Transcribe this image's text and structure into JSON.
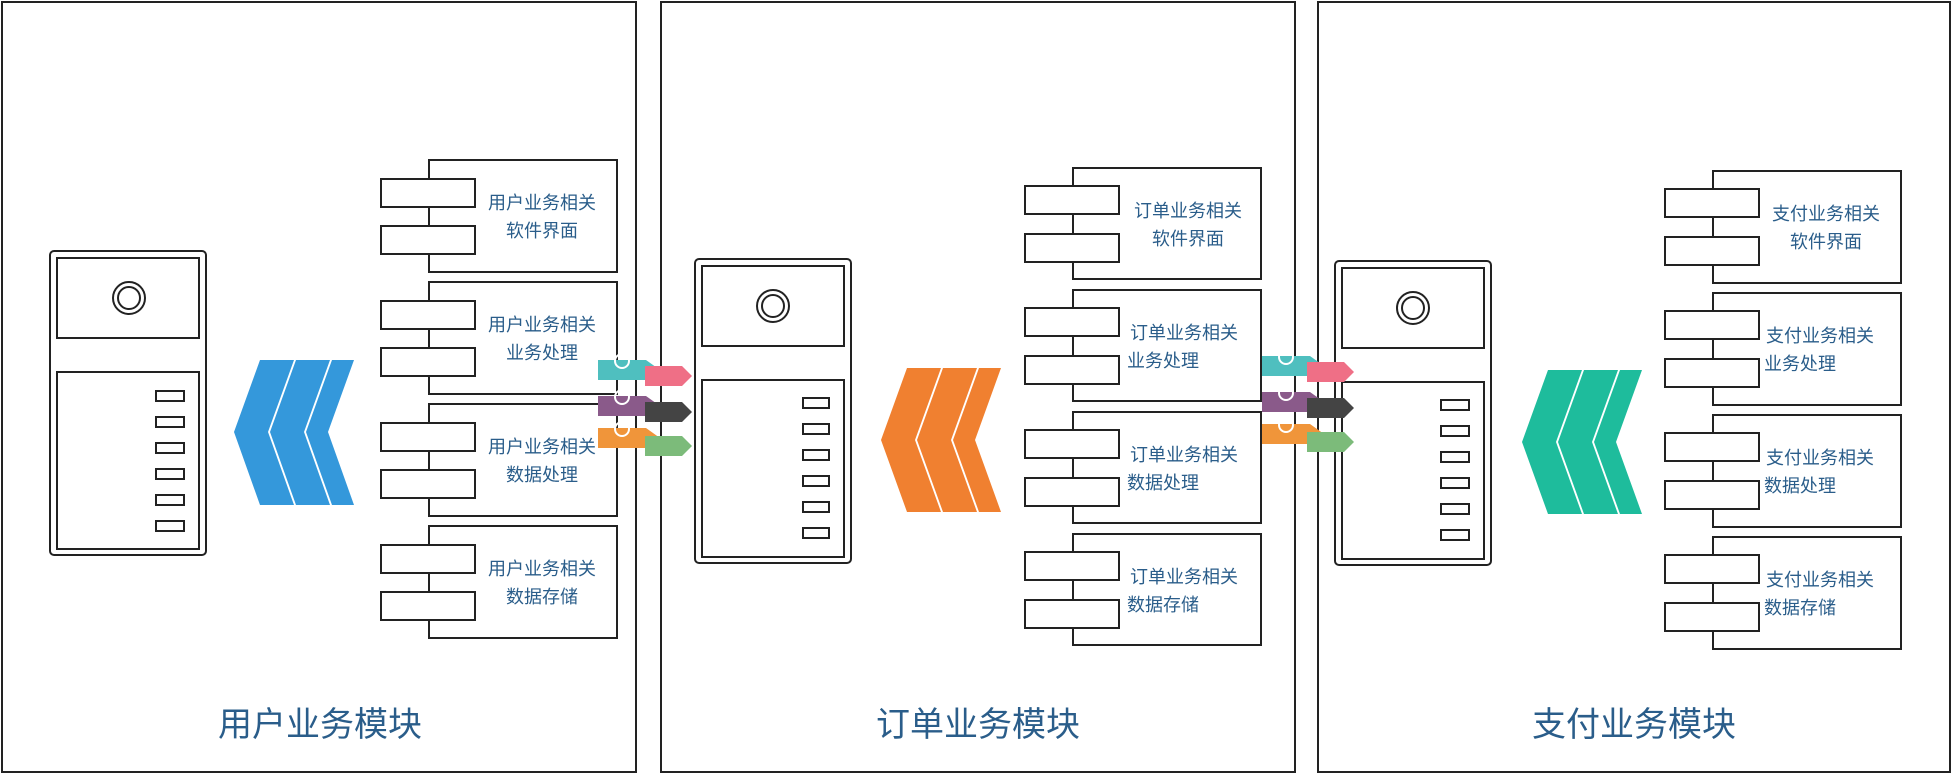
{
  "colors": {
    "outline": "#222222",
    "label_text": "#2a5d8a",
    "chevron_user": "#3498db",
    "chevron_order": "#f08030",
    "chevron_pay": "#1ebc9c",
    "conn_teal": "#4fbfbf",
    "conn_pink": "#ef6f86",
    "conn_purple": "#8a5a8a",
    "conn_dark": "#444444",
    "conn_orange": "#f0953a",
    "conn_green": "#7cbb7a"
  },
  "icons": [
    "server-icon",
    "chevron-left-icon",
    "component-icon",
    "connector-icon"
  ],
  "modules": [
    {
      "title": "用户业务模块",
      "components": [
        {
          "line1": "用户业务相关",
          "line2": "软件界面"
        },
        {
          "line1": "用户业务相关",
          "line2": "业务处理"
        },
        {
          "line1": "用户业务相关",
          "line2": "数据处理"
        },
        {
          "line1": "用户业务相关",
          "line2": "数据存储"
        }
      ]
    },
    {
      "title": "订单业务模块",
      "components": [
        {
          "line1": "订单业务相关",
          "line2": "软件界面"
        },
        {
          "line1": "订单业务相关",
          "line2": "业务处理"
        },
        {
          "line1": "订单业务相关",
          "line2": "数据处理"
        },
        {
          "line1": "订单业务相关",
          "line2": "数据存储"
        }
      ]
    },
    {
      "title": "支付业务模块",
      "components": [
        {
          "line1": "支付业务相关",
          "line2": "软件界面"
        },
        {
          "line1": "支付业务相关",
          "line2": "业务处理"
        },
        {
          "line1": "支付业务相关",
          "line2": "数据处理"
        },
        {
          "line1": "支付业务相关",
          "line2": "数据存储"
        }
      ]
    }
  ]
}
